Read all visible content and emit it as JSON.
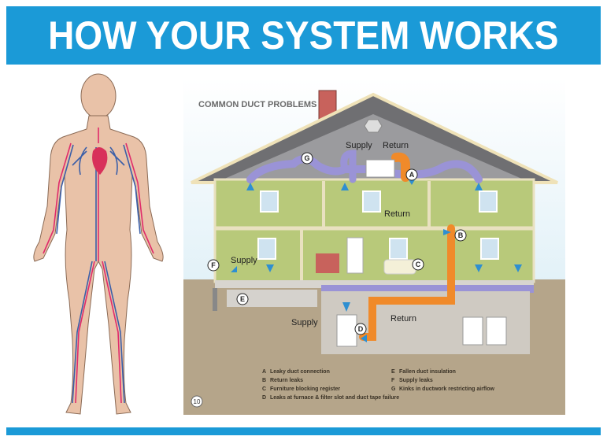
{
  "title": "HOW YOUR SYSTEM WORKS",
  "diagram": {
    "heading": "COMMON DUCT PROBLEMS",
    "labels": {
      "supply_attic": "Supply",
      "return_attic": "Return",
      "return_mid": "Return",
      "supply_floor": "Supply",
      "supply_basement": "Supply",
      "return_basement": "Return"
    },
    "markers": [
      "A",
      "B",
      "C",
      "D",
      "E",
      "F",
      "G"
    ],
    "legend": [
      {
        "key": "A",
        "text": "Leaky duct connection"
      },
      {
        "key": "B",
        "text": "Return leaks"
      },
      {
        "key": "C",
        "text": "Furniture blocking register"
      },
      {
        "key": "D",
        "text": "Leaks at furnace & filter slot and duct tape failure"
      },
      {
        "key": "E",
        "text": "Fallen duct insulation"
      },
      {
        "key": "F",
        "text": "Supply leaks"
      },
      {
        "key": "G",
        "text": "Kinks in ductwork restricting airflow"
      }
    ],
    "page_number": "10"
  },
  "colors": {
    "banner": "#1b9ad7",
    "duct_supply": "#9a93d6",
    "duct_return": "#f08a2a",
    "wall": "#b8c97a",
    "ground": "#b5a58a"
  }
}
